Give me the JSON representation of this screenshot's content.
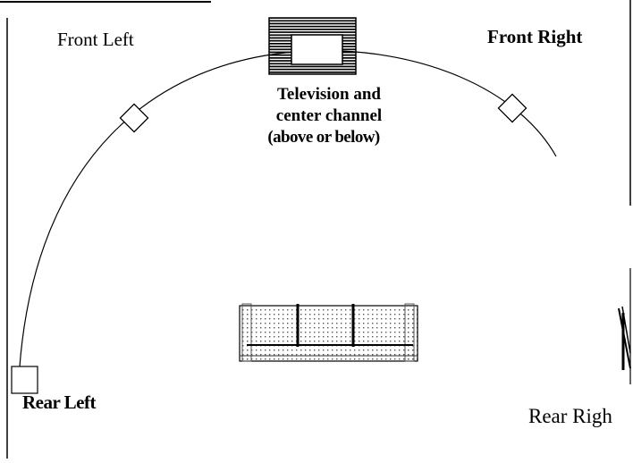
{
  "diagram": {
    "labels": {
      "front_left": "Front Left",
      "front_right": "Front Right",
      "rear_left": "Rear Left",
      "rear_right": "Rear Righ"
    },
    "tv_caption": {
      "line1": "Television  and",
      "line2": "center channel",
      "line3": "(above or below)"
    },
    "elements": [
      "television-center-speaker",
      "front-left-speaker",
      "front-right-speaker",
      "rear-left-speaker",
      "rear-right-speaker",
      "sofa",
      "listening-arc"
    ],
    "colors": {
      "line": "#000000",
      "background": "#ffffff",
      "sofa_stipple": "#555555"
    }
  }
}
